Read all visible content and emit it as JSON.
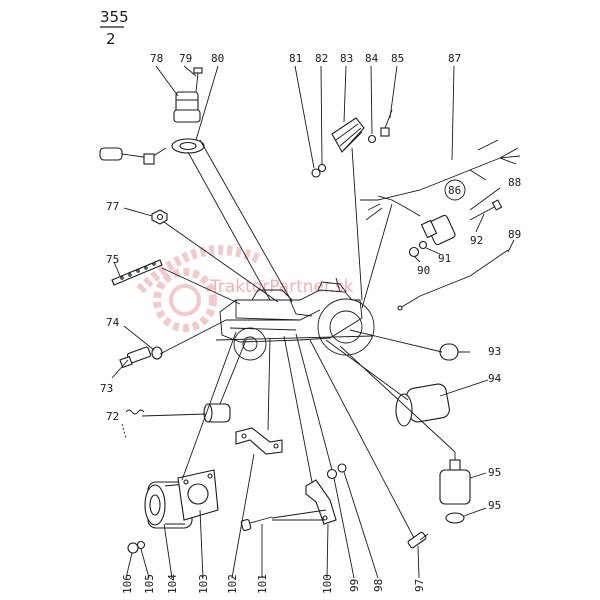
{
  "page_header": {
    "number": "355",
    "sub": "2"
  },
  "watermark": {
    "text": "TraktorPartner.sk"
  },
  "callouts": [
    "78",
    "79",
    "80",
    "81",
    "82",
    "83",
    "84",
    "85",
    "87",
    "86",
    "88",
    "92",
    "89",
    "90",
    "91",
    "77",
    "75",
    "74",
    "73",
    "72",
    "93",
    "94",
    "95a",
    "95b",
    "106",
    "105",
    "104",
    "103",
    "102",
    "101",
    "100",
    "99",
    "98",
    "97"
  ],
  "callout_text": {
    "78": "78",
    "79": "79",
    "80": "80",
    "81": "81",
    "82": "82",
    "83": "83",
    "84": "84",
    "85": "85",
    "87": "87",
    "86": "86",
    "88": "88",
    "92": "92",
    "89": "89",
    "90": "90",
    "91": "91",
    "77": "77",
    "75": "75",
    "74": "74",
    "73": "73",
    "72": "72",
    "93": "93",
    "94": "94",
    "95a": "95",
    "95b": "95",
    "106": "106",
    "105": "105",
    "104": "104",
    "103": "103",
    "102": "102",
    "101": "101",
    "100": "100",
    "99": "99",
    "98": "98",
    "97": "97"
  },
  "colors": {
    "ink": "#1a1a1a",
    "watermark": "#f3b2b2"
  }
}
